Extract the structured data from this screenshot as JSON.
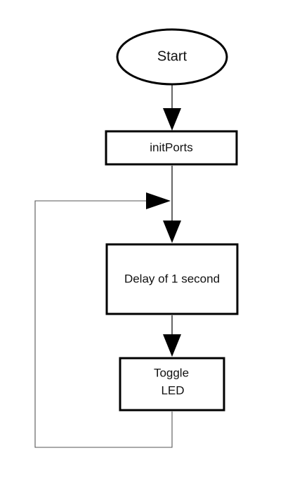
{
  "nodes": {
    "start": {
      "label": "Start",
      "shape": "ellipse"
    },
    "init_ports": {
      "label": "initPorts",
      "shape": "rectangle"
    },
    "delay": {
      "label": "Delay of 1 second",
      "shape": "rectangle"
    },
    "toggle": {
      "label_line1": "Toggle",
      "label_line2": "LED",
      "shape": "rectangle"
    }
  },
  "edges": [
    {
      "from": "Start",
      "to": "initPorts"
    },
    {
      "from": "initPorts",
      "to": "Delay of 1 second"
    },
    {
      "from": "Delay of 1 second",
      "to": "Toggle LED"
    },
    {
      "from": "Toggle LED",
      "to": "Delay of 1 second",
      "type": "loop-back"
    }
  ],
  "colors": {
    "stroke": "#000000",
    "fill": "#ffffff",
    "loop_line": "#555555"
  }
}
